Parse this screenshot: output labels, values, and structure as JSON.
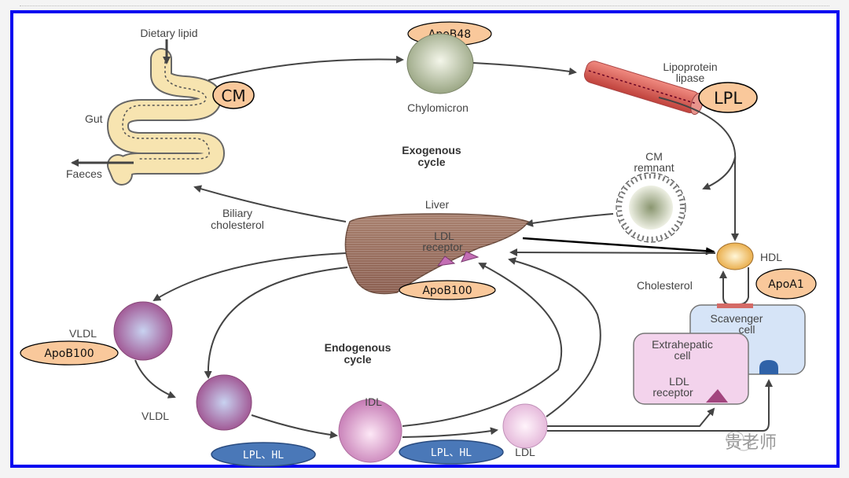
{
  "diagram": {
    "cycles": {
      "exogenous": [
        "Exogenous",
        "cycle"
      ],
      "endogenous": [
        "Endogenous",
        "cycle"
      ]
    },
    "labels": {
      "dietary_lipid": "Dietary lipid",
      "gut": "Gut",
      "faeces": "Faeces",
      "chylomicron": "Chylomicron",
      "lipoprotein_lipase": [
        "Lipoprotein",
        "lipase"
      ],
      "cm_remnant": [
        "CM",
        "remnant"
      ],
      "liver": "Liver",
      "liver_ldl_receptor": [
        "LDL",
        "receptor"
      ],
      "biliary_cholesterol": [
        "Biliary",
        "cholesterol"
      ],
      "hdl": "HDL",
      "cholesterol": "Cholesterol",
      "scavenger_cell": [
        "Scavenger",
        "cell"
      ],
      "extrahepatic_cell": [
        "Extrahepatic",
        "cell"
      ],
      "extrahepatic_ldl_receptor": [
        "LDL",
        "receptor"
      ],
      "vldl_1": "VLDL",
      "vldl_2": "VLDL",
      "idl": "IDL",
      "ldl": "LDL"
    },
    "annotations": {
      "cm": "CM",
      "apob48": "ApoB48",
      "lpl": "LPL",
      "apob100_liver": "ApoB100",
      "apoa1": "ApoA1",
      "apob100_vldl": "ApoB100",
      "lpl_hl_1": "LPL、HL",
      "lpl_hl_2": "LPL、HL"
    },
    "colors": {
      "frame": "#0a0af0",
      "annotation_fill": "#f9c89b",
      "enzyme_fill": "#4a78b8"
    },
    "watermark": "贵老师"
  }
}
